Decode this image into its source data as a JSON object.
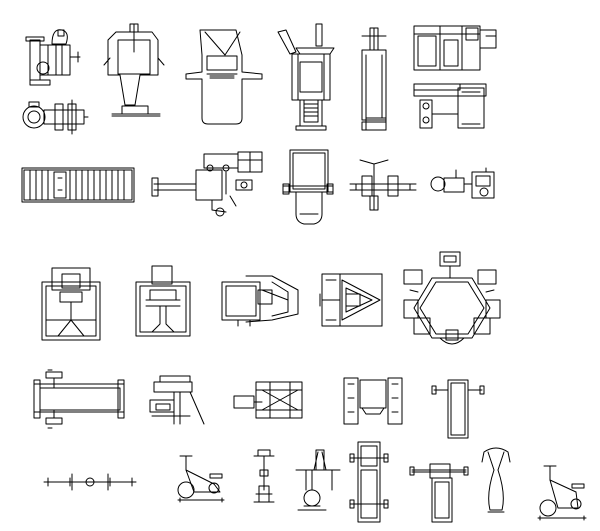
{
  "sheet": {
    "background": "#ffffff",
    "line_color": "#000000"
  },
  "rows": [
    {
      "items": [
        "dual-pulley-machine-side",
        "pulley-machine-top",
        "seated-chest-press",
        "lat-pulldown-tower",
        "leg-press-frame",
        "multi-station-machine-side",
        "multi-station-machine-top"
      ]
    },
    {
      "items": [
        "treadmill",
        "bench-press-station",
        "preacher-curl-bench",
        "adjustable-bench",
        "seated-cable-station"
      ]
    },
    {
      "items": [
        "smith-machine",
        "squat-rack",
        "leg-extension-machine",
        "hack-squat-machine",
        "hexagonal-multi-gym"
      ]
    },
    {
      "items": [
        "flat-bench-rack",
        "leg-curl-machine",
        "crossover-bench",
        "dip-station",
        "flat-bench"
      ]
    },
    {
      "items": [
        "weight-bar",
        "exercise-bike-side",
        "exercise-bike-front",
        "cable-tower",
        "incline-bench",
        "decline-bench",
        "pulldown-seat",
        "upright-bike"
      ]
    }
  ]
}
